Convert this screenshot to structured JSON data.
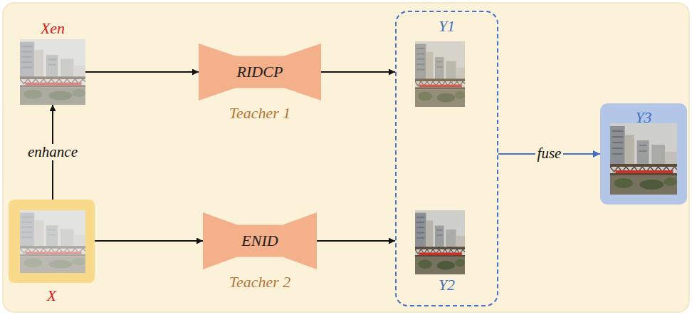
{
  "diagram": {
    "nodes": [
      {
        "text": [
          "Xen"
        ]
      },
      {
        "text": [
          "X"
        ]
      },
      {
        "text": [
          "RIDCP",
          "Teacher 1"
        ]
      },
      {
        "text": [
          "ENID",
          "Teacher 2"
        ]
      },
      {
        "text": [
          "Y1",
          "Y2"
        ]
      },
      {
        "text": [
          "Y3"
        ]
      }
    ],
    "edges": [
      {
        "from": 1,
        "to": 0,
        "arrow": "to",
        "label": "enhance"
      },
      {
        "from": 0,
        "to": 2,
        "arrow": "to"
      },
      {
        "from": 1,
        "to": 3,
        "arrow": "to"
      },
      {
        "from": 2,
        "to": 4,
        "arrow": "to"
      },
      {
        "from": 3,
        "to": 4,
        "arrow": "to"
      },
      {
        "from": 4,
        "to": 5,
        "arrow": "to",
        "label": "fuse"
      }
    ]
  }
}
